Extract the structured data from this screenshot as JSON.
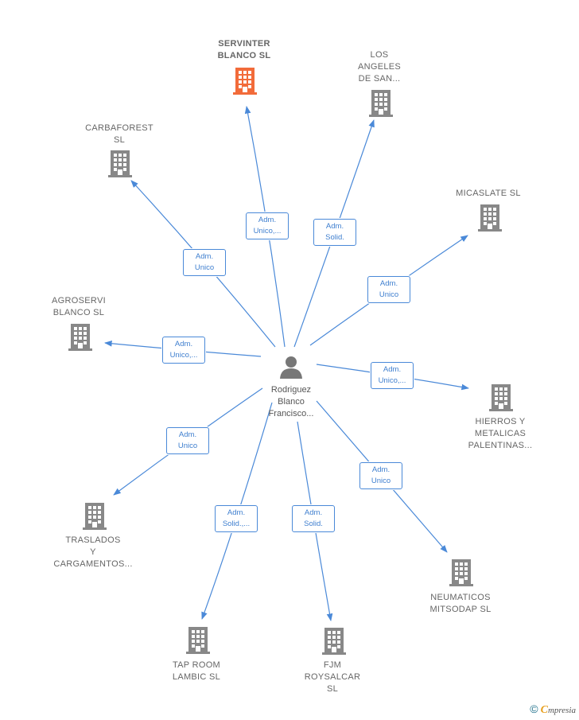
{
  "colors": {
    "edge": "#4a89d8",
    "company": "#888888",
    "company_highlight": "#f26b3a",
    "person": "#777777"
  },
  "center": {
    "name_lines": "Rodriguez\nBlanco\nFrancisco...",
    "icon": "person-icon"
  },
  "companies": [
    {
      "id": "servinter",
      "name": "SERVINTER\nBLANCO  SL",
      "highlight": true,
      "role": "Adm.\nUnico,..."
    },
    {
      "id": "los-angeles",
      "name": "LOS\nANGELES\nDE SAN...",
      "highlight": false,
      "role": "Adm.\nSolid."
    },
    {
      "id": "carbaforest",
      "name": "CARBAFOREST\nSL",
      "highlight": false,
      "role": "Adm.\nUnico"
    },
    {
      "id": "micaslate",
      "name": "MICASLATE  SL",
      "highlight": false,
      "role": "Adm.\nUnico"
    },
    {
      "id": "agroservi",
      "name": "AGROSERVI\nBLANCO  SL",
      "highlight": false,
      "role": "Adm.\nUnico,..."
    },
    {
      "id": "hierros",
      "name": "HIERROS Y\nMETALICAS\nPALENTINAS...",
      "highlight": false,
      "role": "Adm.\nUnico,..."
    },
    {
      "id": "traslados",
      "name": "TRASLADOS\nY\nCARGAMENTOS...",
      "highlight": false,
      "role": "Adm.\nUnico"
    },
    {
      "id": "neumaticos",
      "name": "NEUMATICOS\nMITSODAP  SL",
      "highlight": false,
      "role": "Adm.\nUnico"
    },
    {
      "id": "tap-room",
      "name": "TAP ROOM\nLAMBIC  SL",
      "highlight": false,
      "role": "Adm.\nSolid.,..."
    },
    {
      "id": "fjm",
      "name": "FJM\nROYSALCAR\nSL",
      "highlight": false,
      "role": "Adm.\nSolid."
    }
  ],
  "footer": {
    "copyright": "©",
    "brand_initial": "C",
    "brand_rest": "mpresia"
  }
}
